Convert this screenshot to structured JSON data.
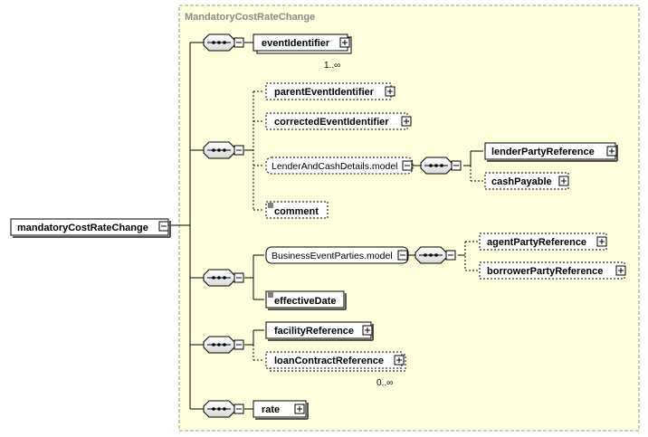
{
  "container": {
    "title": "MandatoryCostRateChange"
  },
  "root": {
    "label": "mandatoryCostRateChange"
  },
  "elements": {
    "eventIdentifier": {
      "label": "eventIdentifier",
      "cardinality": "1..∞"
    },
    "parentEventIdentifier": {
      "label": "parentEventIdentifier"
    },
    "correctedEventIdentifier": {
      "label": "correctedEventIdentifier"
    },
    "lenderAndCashDetails": {
      "label": "LenderAndCashDetails.model"
    },
    "lenderPartyReference": {
      "label": "lenderPartyReference"
    },
    "cashPayable": {
      "label": "cashPayable"
    },
    "comment": {
      "label": "comment"
    },
    "businessEventParties": {
      "label": "BusinessEventParties.model"
    },
    "agentPartyReference": {
      "label": "agentPartyReference"
    },
    "borrowerPartyReference": {
      "label": "borrowerPartyReference"
    },
    "effectiveDate": {
      "label": "effectiveDate"
    },
    "facilityReference": {
      "label": "facilityReference"
    },
    "loanContractReference": {
      "label": "loanContractReference",
      "cardinality": "0..∞"
    },
    "rate": {
      "label": "rate"
    }
  },
  "colors": {
    "container_fill": "#ffffdd",
    "container_border": "#999999",
    "title": "#8a8a8a"
  }
}
